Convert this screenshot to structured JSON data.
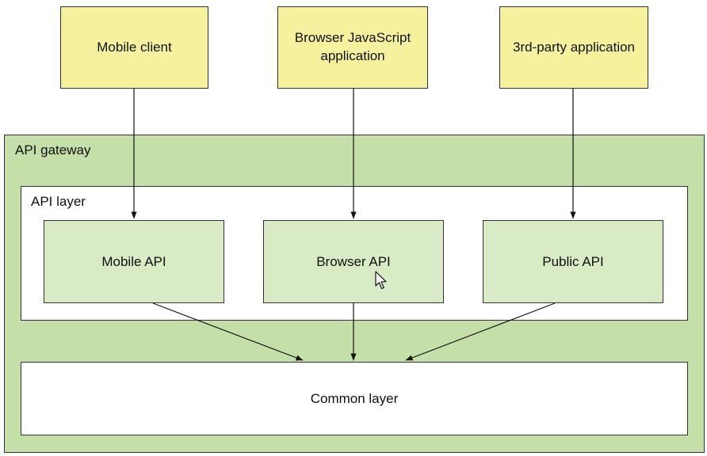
{
  "colors": {
    "client_fill": "#f6f19d",
    "gateway_fill": "#c4dfa8",
    "api_fill": "#d9ebc4",
    "layer_fill": "#ffffff",
    "stroke": "#333333"
  },
  "clients": [
    {
      "label": "Mobile client"
    },
    {
      "label": "Browser JavaScript\napplication"
    },
    {
      "label": "3rd-party application"
    }
  ],
  "gateway": {
    "label": "API gateway"
  },
  "api_layer": {
    "label": "API layer",
    "apis": [
      {
        "label": "Mobile API"
      },
      {
        "label": "Browser API"
      },
      {
        "label": "Public API"
      }
    ]
  },
  "common_layer": {
    "label": "Common layer"
  },
  "cursor": {
    "icon": "mouse-pointer-icon"
  }
}
